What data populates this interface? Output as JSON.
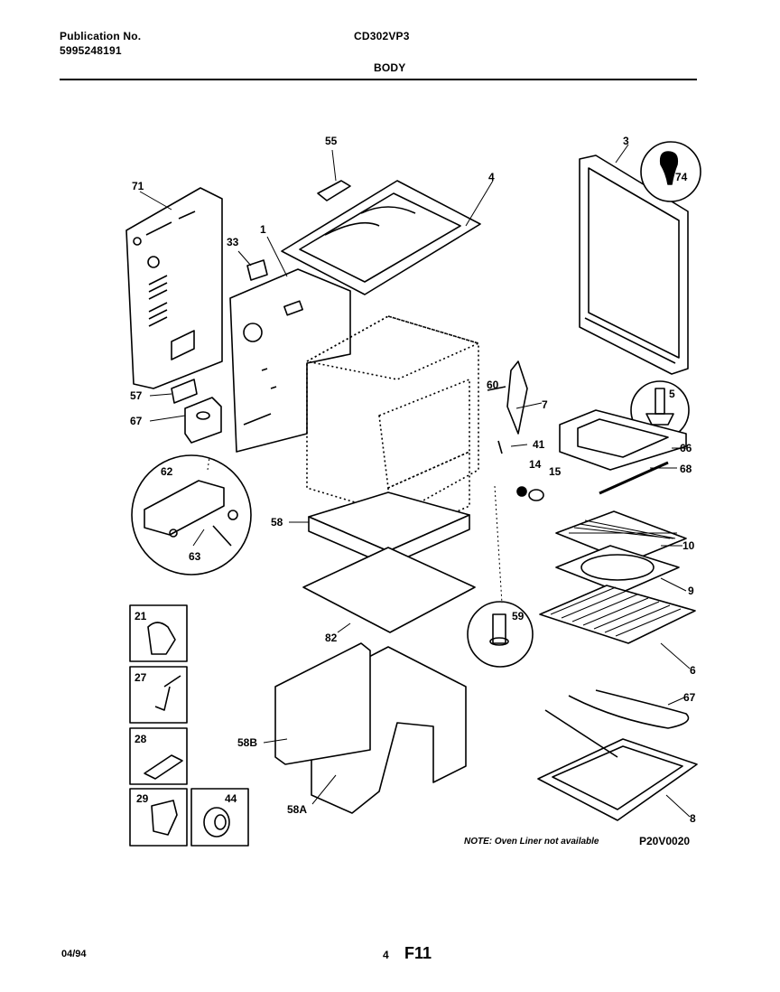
{
  "header": {
    "publication_label": "Publication No.",
    "publication_number": "5995248191",
    "model": "CD302VP3",
    "section": "BODY"
  },
  "parts": {
    "p1": "1",
    "p3": "3",
    "p4": "4",
    "p5": "5",
    "p6": "6",
    "p7": "7",
    "p8": "8",
    "p9": "9",
    "p10": "10",
    "p14": "14",
    "p15": "15",
    "p21": "21",
    "p27": "27",
    "p28": "28",
    "p29": "29",
    "p33": "33",
    "p41": "41",
    "p44": "44",
    "p55": "55",
    "p57": "57",
    "p58": "58",
    "p58a": "58A",
    "p58b": "58B",
    "p59": "59",
    "p60": "60",
    "p62": "62",
    "p63": "63",
    "p66": "66",
    "p67": "67",
    "p67b": "67",
    "p68": "68",
    "p71": "71",
    "p74": "74",
    "p82": "82"
  },
  "note": "NOTE: Oven Liner not available",
  "figure_code": "P20V0020",
  "footer": {
    "date": "04/94",
    "page": "4",
    "figure": "F11"
  }
}
